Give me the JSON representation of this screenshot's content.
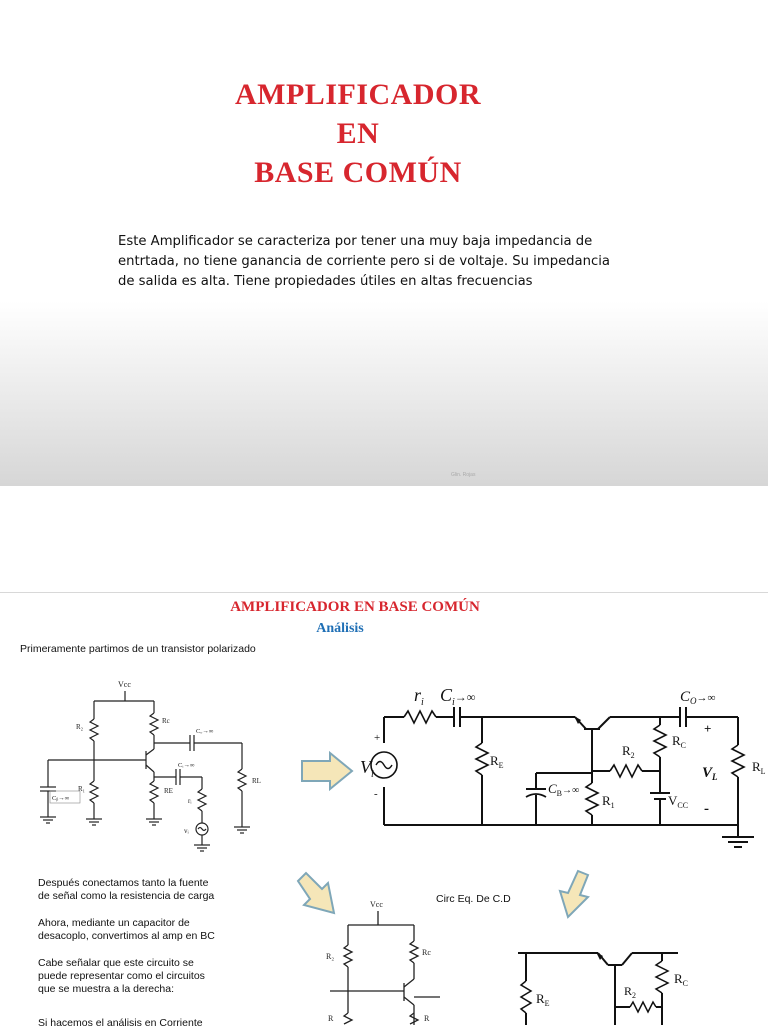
{
  "slide1": {
    "title_lines": [
      "AMPLIFICADOR",
      "EN",
      "BASE COMÚN"
    ],
    "description_lines": [
      "Este Amplificador se caracteriza por tener una muy baja impedancia de",
      "entrtada, no tiene ganancia de corriente pero si de voltaje. Su impedancia",
      "de salida es alta. Tiene propiedades útiles en altas frecuencias"
    ],
    "footer": "Glin. Rojas",
    "title_color": "#d7262e"
  },
  "slide2": {
    "title": "AMPLIFICADOR EN BASE COMÚN",
    "subtitle": "Análisis",
    "intro": "Primeramente partimos de un transistor polarizado",
    "notes": [
      [
        "Después conectamos tanto la fuente",
        "de señal como la resistencia de carga"
      ],
      [
        "Ahora, mediante un capacitor de",
        "desacoplo, convertimos al amp en BC"
      ],
      [
        "Cabe señalar que este circuito se",
        "puede representar como el circuitos",
        "que se muestra a la derecha:"
      ],
      [
        "Si hacemos el análisis en Corriente"
      ]
    ],
    "dc_circuit_label": "Circ Eq. De C.D",
    "subtitle_color": "#1f6fb5",
    "arrow_fill": "#f5e6b8",
    "arrow_stroke": "#7fa7b8",
    "left_circuit_labels": {
      "vcc": "Vcc",
      "r2": "R₂",
      "rc": "Rc",
      "co": "Cₒ→∞",
      "ci": "Cᵢ→∞",
      "rl": "RL",
      "r1": "R₁",
      "re": "RE",
      "cb": "Cᵦ→∞",
      "ri": "rᵢ",
      "vi": "vᵢ"
    },
    "right_circuit_labels": {
      "ri": "r",
      "ri_sub": "i",
      "ci": "C",
      "ci_sub": "i",
      "ci_tail": "→∞",
      "co": "C",
      "co_sub": "O",
      "co_tail": "→∞",
      "vi": "V",
      "vi_sub": "i",
      "re": "R",
      "re_sub": "E",
      "cb": "C",
      "cb_sub": "B",
      "cb_tail": "→∞",
      "r2": "R",
      "r2_sub": "2",
      "r1": "R",
      "r1_sub": "1",
      "rc": "R",
      "rc_sub": "C",
      "vcc": "V",
      "vcc_sub": "CC",
      "vl": "V",
      "vl_sub": "L",
      "rl": "R",
      "rl_sub": "L",
      "plus": "+",
      "minus": "-"
    },
    "bottom_left_labels": {
      "vcc": "Vcc",
      "r2": "R₂",
      "rc": "Rc",
      "r1": "R",
      "rc2": "R"
    },
    "bottom_right_labels": {
      "re": "R",
      "re_sub": "E",
      "r2": "R",
      "r2_sub": "2",
      "rc": "R",
      "rc_sub": "C"
    }
  }
}
